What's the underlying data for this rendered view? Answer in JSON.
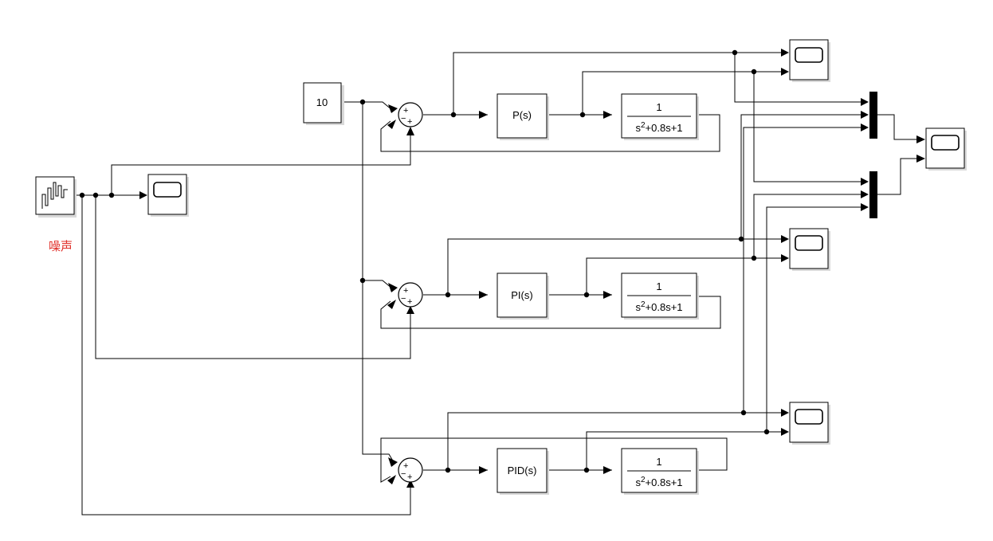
{
  "constant": {
    "value": "10"
  },
  "noise": {
    "label": "噪声"
  },
  "controllers": [
    {
      "label": "P(s)"
    },
    {
      "label": "PI(s)"
    },
    {
      "label": "PID(s)"
    }
  ],
  "plant": {
    "numerator": "1",
    "den_base": "s",
    "den_exp": "2",
    "den_rest": "+0.8s+1"
  },
  "sum_signs": {
    "top": "+",
    "left": "−",
    "bottom": "+"
  }
}
